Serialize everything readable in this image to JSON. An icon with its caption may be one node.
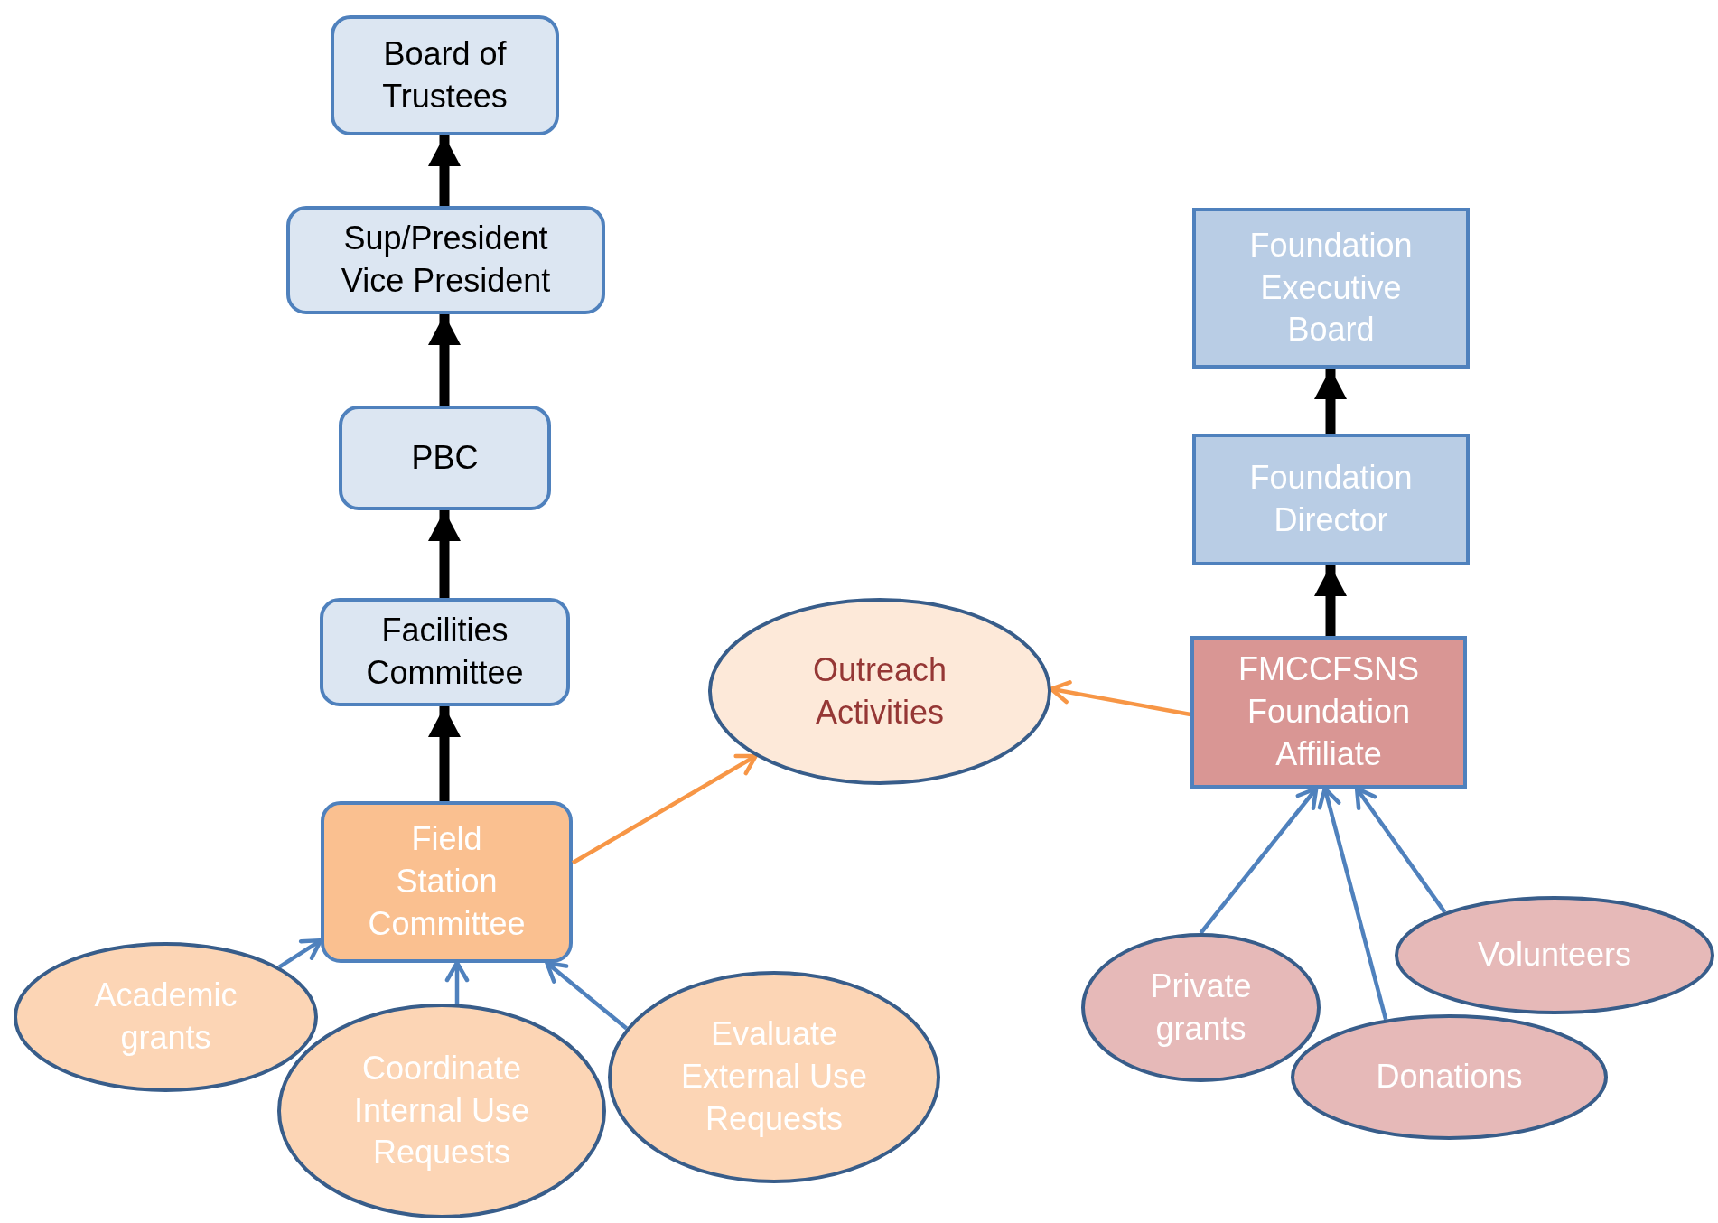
{
  "diagram": {
    "nodes": [
      {
        "text": [
          "Board of Trustees"
        ]
      },
      {
        "text": [
          "Sup/President Vice President"
        ]
      },
      {
        "text": [
          "PBC"
        ]
      },
      {
        "text": [
          "Facilities Committee"
        ]
      },
      {
        "text": [
          "Field Station Committee"
        ]
      },
      {
        "text": [
          "Outreach Activities"
        ]
      },
      {
        "text": [
          "Foundation Executive Board"
        ]
      },
      {
        "text": [
          "Foundation Director"
        ]
      },
      {
        "text": [
          "FMCCFSNS Foundation Affiliate"
        ]
      },
      {
        "text": [
          "Academic grants"
        ]
      },
      {
        "text": [
          "Coordinate Internal Use Requests"
        ]
      },
      {
        "text": [
          "Evaluate External Use Requests"
        ]
      },
      {
        "text": [
          "Private grants"
        ]
      },
      {
        "text": [
          "Donations"
        ]
      },
      {
        "text": [
          "Volunteers"
        ]
      }
    ],
    "edges": [
      {
        "from": 1,
        "to": 0,
        "arrow": "to",
        "style": "thick",
        "color": "#000000"
      },
      {
        "from": 2,
        "to": 1,
        "arrow": "to",
        "style": "thick",
        "color": "#000000"
      },
      {
        "from": 3,
        "to": 2,
        "arrow": "to",
        "style": "thick",
        "color": "#000000"
      },
      {
        "from": 4,
        "to": 3,
        "arrow": "to",
        "style": "thick",
        "color": "#000000"
      },
      {
        "from": 4,
        "to": 5,
        "arrow": "to",
        "color": "#f79646"
      },
      {
        "from": 8,
        "to": 5,
        "arrow": "to",
        "color": "#f79646"
      },
      {
        "from": 7,
        "to": 6,
        "arrow": "to",
        "style": "thick",
        "color": "#000000"
      },
      {
        "from": 8,
        "to": 7,
        "arrow": "to",
        "style": "thick",
        "color": "#000000"
      },
      {
        "from": 9,
        "to": 4,
        "arrow": "to",
        "color": "#4f81bd"
      },
      {
        "from": 10,
        "to": 4,
        "arrow": "to",
        "color": "#4f81bd"
      },
      {
        "from": 11,
        "to": 4,
        "arrow": "to",
        "color": "#4f81bd"
      },
      {
        "from": 12,
        "to": 8,
        "arrow": "to",
        "color": "#4f81bd"
      },
      {
        "from": 13,
        "to": 8,
        "arrow": "to",
        "color": "#4f81bd"
      },
      {
        "from": 14,
        "to": 8,
        "arrow": "to",
        "color": "#4f81bd"
      }
    ]
  }
}
